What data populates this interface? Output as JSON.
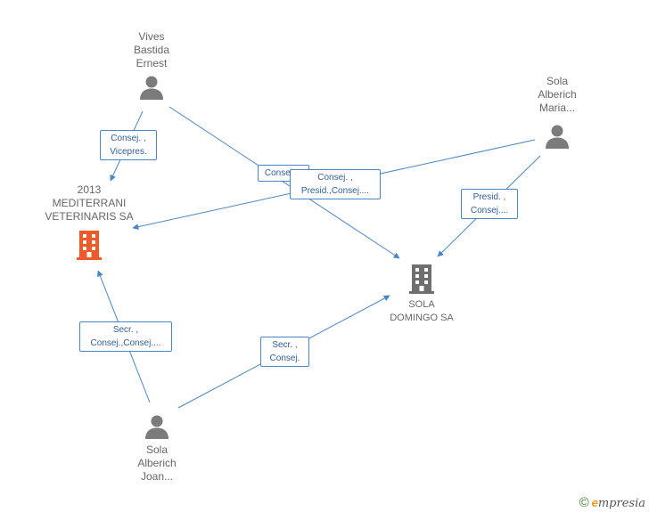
{
  "colors": {
    "edge": "#4a86c8",
    "person_icon": "#7b7b7b",
    "company_highlight": "#f05a28",
    "company_default": "#6f6f6f"
  },
  "nodes": {
    "vives": {
      "lines": [
        "Vives",
        "Bastida",
        "Ernest"
      ],
      "icon": "person-icon"
    },
    "sola_maria": {
      "lines": [
        "Sola",
        "Alberich",
        "Maria..."
      ],
      "icon": "person-icon"
    },
    "mediterrani": {
      "lines": [
        "2013",
        "MEDITERRANI",
        "VETERINARIS SA"
      ],
      "icon": "building-icon"
    },
    "sola_domingo": {
      "lines": [
        "SOLA",
        "DOMINGO SA"
      ],
      "icon": "building-icon"
    },
    "sola_joan": {
      "lines": [
        "Sola",
        "Alberich",
        "Joan..."
      ],
      "icon": "person-icon"
    }
  },
  "edges": {
    "vives_mediterrani": [
      "Consej. ,",
      "Vicepres."
    ],
    "vives_domingo": [
      "Consej...."
    ],
    "maria_mediterrani": [
      "Consej. ,",
      "Presid.,Consej...."
    ],
    "maria_domingo": [
      "Presid. ,",
      "Consej...."
    ],
    "joan_mediterrani": [
      "Secr. ,",
      "Consej.,Consej...."
    ],
    "joan_domingo": [
      "Secr. ,",
      "Consej."
    ]
  },
  "footer": {
    "copyright": "©",
    "brand_initial": "e",
    "brand_rest": "mpresia"
  }
}
